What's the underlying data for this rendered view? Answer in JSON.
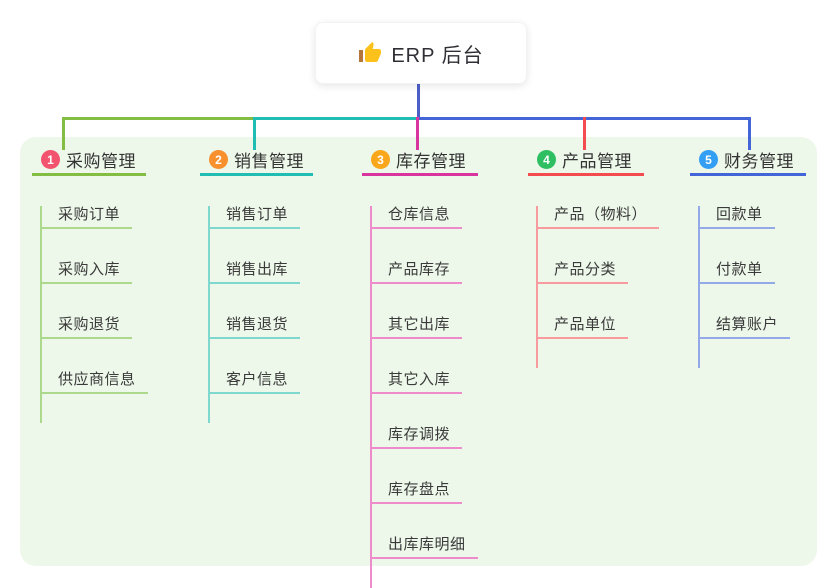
{
  "root": {
    "label": "ERP 后台",
    "icon": "thumbs-up-icon"
  },
  "branches": [
    {
      "num": "1",
      "title": "采购管理",
      "badge_color": "#f2536e",
      "color": "#84bd44",
      "child_color": "#acd98c",
      "children": [
        "采购订单",
        "采购入库",
        "采购退货",
        "供应商信息"
      ]
    },
    {
      "num": "2",
      "title": "销售管理",
      "badge_color": "#f7902d",
      "color": "#21bcb2",
      "child_color": "#7fd8d0",
      "children": [
        "销售订单",
        "销售出库",
        "销售退货",
        "客户信息"
      ]
    },
    {
      "num": "3",
      "title": "库存管理",
      "badge_color": "#fba71b",
      "color": "#d8359e",
      "child_color": "#ee8ccb",
      "children": [
        "仓库信息",
        "产品库存",
        "其它出库",
        "其它入库",
        "库存调拨",
        "库存盘点",
        "出库库明细"
      ]
    },
    {
      "num": "4",
      "title": "产品管理",
      "badge_color": "#2fbf63",
      "color": "#f44b50",
      "child_color": "#f99b9e",
      "children": [
        "产品（物料）",
        "产品分类",
        "产品单位"
      ]
    },
    {
      "num": "5",
      "title": "财务管理",
      "badge_color": "#339ff4",
      "color": "#4465d8",
      "child_color": "#93a9e8",
      "children": [
        "回款单",
        "付款单",
        "结算账户"
      ]
    }
  ],
  "colors": {
    "panel_bg": "#edf8ea",
    "trunk": "#4d5fc7",
    "icon_hand": "#fcc21b",
    "icon_cuff": "#b5763b"
  }
}
